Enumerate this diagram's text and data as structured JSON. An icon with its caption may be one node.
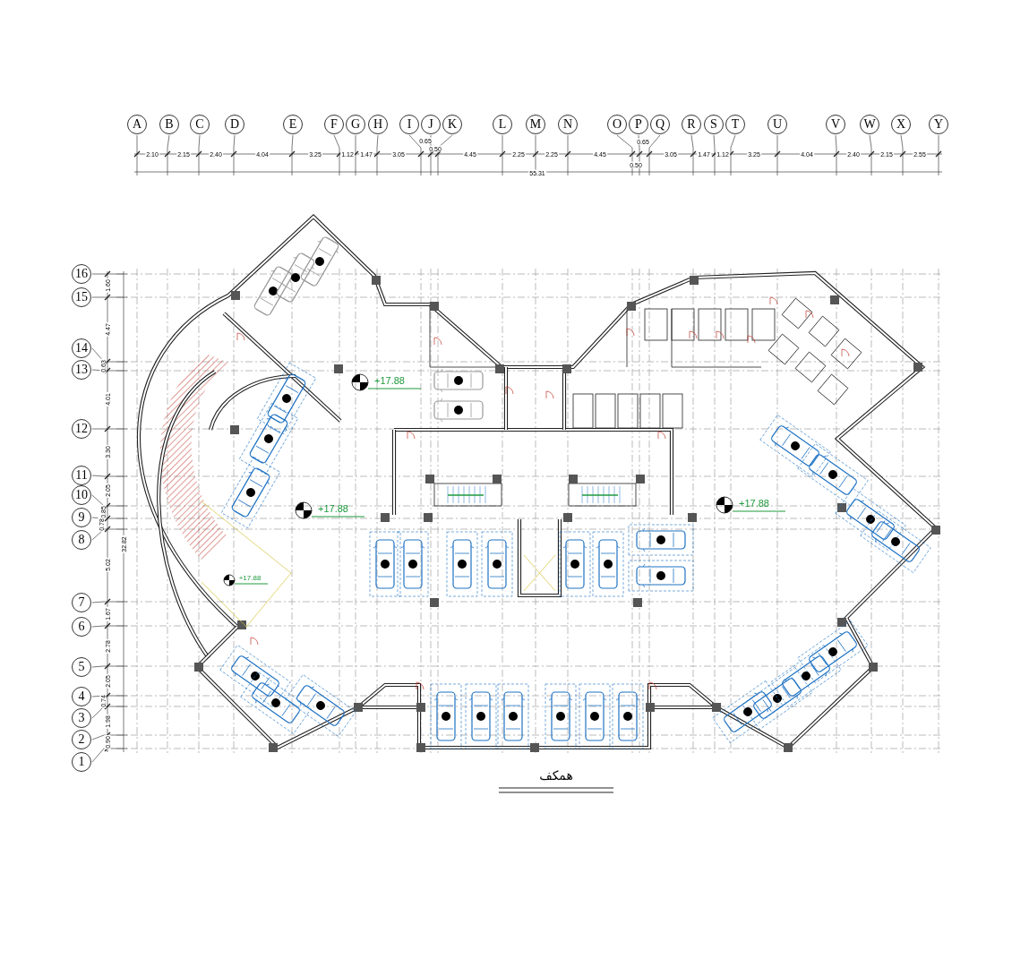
{
  "diagram": {
    "title": "همکف",
    "labels": [
      "A",
      "B",
      "C",
      "D",
      "E",
      "F",
      "G",
      "H",
      "I",
      "J",
      "K",
      "L",
      "M",
      "N",
      "O",
      "P",
      "Q",
      "R",
      "S",
      "T",
      "U",
      "V",
      "W",
      "X",
      "Y",
      "2.10",
      "2.15",
      "2.40",
      "4.04",
      "3.25",
      "1.12",
      "1.47",
      "3.05",
      "0.65",
      "0.50",
      "4.45",
      "2.25",
      "2.25",
      "4.45",
      "0.65",
      "0.50",
      "3.05",
      "1.47",
      "1.12",
      "3.25",
      "4.04",
      "2.40",
      "2.15",
      "2.55",
      "55.31",
      "16",
      "15",
      "14",
      "13",
      "12",
      "11",
      "10",
      "9",
      "8",
      "7",
      "6",
      "5",
      "4",
      "3",
      "2",
      "1",
      "1.60",
      "4.47",
      "0.63",
      "4.01",
      "3.30",
      "2.05",
      "0.85",
      "0.78",
      "5.02",
      "1.67",
      "2.78",
      "2.05",
      "0.74",
      "1.98",
      "0.90",
      "32.82",
      "+17.88",
      "+17.88",
      "+17.88",
      "+17.88"
    ]
  }
}
